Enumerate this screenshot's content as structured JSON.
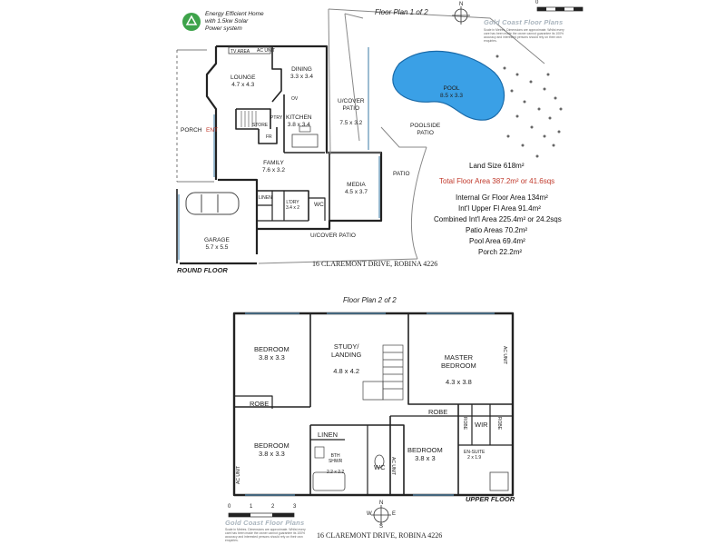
{
  "energy_note": [
    "Energy Efficient Home",
    "with 1.5kw Solar",
    "Power system"
  ],
  "brand": "Gold Coast Floor Plans",
  "brand_fine_print": "Scale in Metres. Dimensions are approximate. Whilst every care has been made the owner cannot guarantee its 100% accuracy and interested persons should rely on their own enquiries.",
  "ground_floor": {
    "title": "Floor Plan 1 of 2",
    "tag": "ROUND FLOOR",
    "address": "16 CLAREMONT DRIVE, ROBINA 4226",
    "rooms": [
      {
        "id": "tv-area",
        "name": "TV AREA",
        "dims": ""
      },
      {
        "id": "ac-unit",
        "name": "AC UNIT",
        "dims": ""
      },
      {
        "id": "lounge",
        "name": "LOUNGE",
        "dims": "4.7 x 4.3"
      },
      {
        "id": "dining",
        "name": "DINING",
        "dims": "3.3 x 3.4"
      },
      {
        "id": "ucover-patio",
        "name": "U/COVER\nPATIO",
        "dims": "7.5 x 3.2"
      },
      {
        "id": "kitchen",
        "name": "KITCHEN",
        "dims": "3.8 x 3.4"
      },
      {
        "id": "ov",
        "name": "OV",
        "dims": ""
      },
      {
        "id": "store",
        "name": "STORE",
        "dims": ""
      },
      {
        "id": "pantry",
        "name": "PTRY",
        "dims": ""
      },
      {
        "id": "fr",
        "name": "FR",
        "dims": ""
      },
      {
        "id": "porch",
        "name": "PORCH",
        "dims": ""
      },
      {
        "id": "ent",
        "name": "ENT",
        "dims": ""
      },
      {
        "id": "family",
        "name": "FAMILY",
        "dims": "7.6 x 3.2"
      },
      {
        "id": "media",
        "name": "MEDIA",
        "dims": "4.5 x 3.7"
      },
      {
        "id": "ldry",
        "name": "L'DRY",
        "dims": "3.4 x 2"
      },
      {
        "id": "wc-ground",
        "name": "WC",
        "dims": ""
      },
      {
        "id": "linen-ground",
        "name": "LINEN",
        "dims": ""
      },
      {
        "id": "garage",
        "name": "GARAGE",
        "dims": "5.7 x 5.5"
      },
      {
        "id": "ucover-patio-2",
        "name": "U/COVER PATIO",
        "dims": ""
      },
      {
        "id": "patio",
        "name": "PATIO",
        "dims": ""
      },
      {
        "id": "pool",
        "name": "POOL",
        "dims": "8.5 x 3.3"
      },
      {
        "id": "poolside-patio",
        "name": "POOLSIDE\nPATIO",
        "dims": ""
      }
    ],
    "areas": [
      {
        "text": "Land Size 618m²",
        "highlight": false
      },
      {
        "text": "Total Floor Area 387.2m² or 41.6sqs",
        "highlight": true
      },
      {
        "text": "Internal Gr Floor Area 134m²",
        "highlight": false
      },
      {
        "text": "Int'l Upper Fl Area 91.4m²",
        "highlight": false
      },
      {
        "text": "Combined Int'l Area 225.4m² or 24.2sqs",
        "highlight": false
      },
      {
        "text": "Patio Areas 70.2m²",
        "highlight": false
      },
      {
        "text": "Pool Area 69.4m²",
        "highlight": false
      },
      {
        "text": "Porch 22.2m²",
        "highlight": false
      }
    ]
  },
  "upper_floor": {
    "title": "Floor Plan 2 of 2",
    "tag": "UPPER FLOOR",
    "address": "16 CLAREMONT DRIVE, ROBINA 4226",
    "rooms": [
      {
        "id": "bedroom-nw",
        "name": "BEDROOM",
        "dims": "3.8 x 3.3"
      },
      {
        "id": "study",
        "name": "STUDY/\nLANDING",
        "dims": "4.8 x 4.2"
      },
      {
        "id": "master",
        "name": "MASTER\nBEDROOM",
        "dims": "4.3 x 3.8"
      },
      {
        "id": "ac-unit-e",
        "name": "AC UNIT",
        "dims": ""
      },
      {
        "id": "robe-w",
        "name": "ROBE",
        "dims": ""
      },
      {
        "id": "robe-c",
        "name": "ROBE",
        "dims": ""
      },
      {
        "id": "robe-v1",
        "name": "ROBE",
        "dims": ""
      },
      {
        "id": "wir",
        "name": "WIR",
        "dims": ""
      },
      {
        "id": "robe-v2",
        "name": "ROBE",
        "dims": ""
      },
      {
        "id": "linen",
        "name": "LINEN",
        "dims": ""
      },
      {
        "id": "bedroom-sw",
        "name": "BEDROOM",
        "dims": "3.8 x 3.3"
      },
      {
        "id": "bth",
        "name": "BTH\nSHWR",
        "dims": "2.2 x 2.2"
      },
      {
        "id": "wc-upper",
        "name": "WC",
        "dims": ""
      },
      {
        "id": "bedroom-s",
        "name": "BEDROOM",
        "dims": "3.8 x 3"
      },
      {
        "id": "ensuite",
        "name": "EN-SUITE",
        "dims": "2 x 1.9"
      },
      {
        "id": "ac-unit-w",
        "name": "AC UNIT",
        "dims": ""
      },
      {
        "id": "ac-unit-s",
        "name": "AC UNIT",
        "dims": ""
      }
    ],
    "scale_labels": [
      "0",
      "1",
      "2",
      "3"
    ]
  },
  "compass": [
    "N",
    "E",
    "S",
    "W"
  ]
}
